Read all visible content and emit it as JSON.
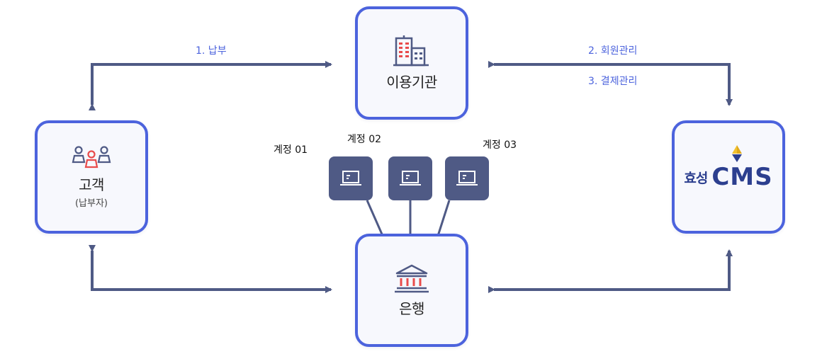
{
  "nodes": {
    "institution": {
      "label": "이용기관"
    },
    "customer": {
      "label": "고객",
      "sub": "(납부자)"
    },
    "bank": {
      "label": "은행"
    },
    "cms": {
      "brand_prefix": "효성",
      "brand_name": "CMS"
    }
  },
  "flows": {
    "payment": "1. 납부",
    "member_management": "2. 회원관리",
    "settlement_management": "3. 결제관리"
  },
  "accounts": [
    "계정 01",
    "계정 02",
    "계정 03"
  ],
  "colors": {
    "node_border": "#4c63dd",
    "node_background": "#f7f8fd",
    "arrow": "#4f5a85",
    "flow_label": "#4c63dd",
    "account_box": "#4f5a85",
    "icon_accent": "#e94b4b",
    "cms_brand": "#2c3f8f",
    "cms_mark_gold": "#f2c230"
  },
  "icons": {
    "institution": "office-building-icon",
    "customer": "people-group-icon",
    "bank": "bank-icon",
    "account": "laptop-icon",
    "cms": "cms-diamond-logo-icon"
  }
}
